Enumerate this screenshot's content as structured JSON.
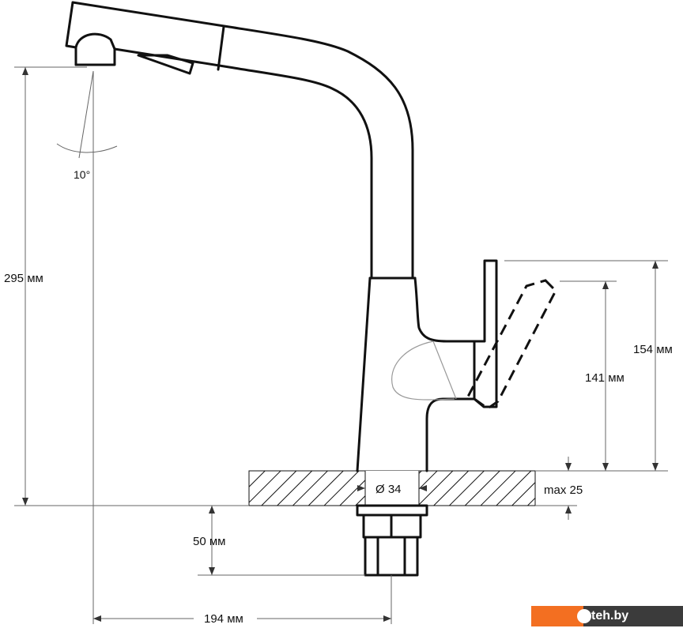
{
  "dimensions": {
    "angle": "10°",
    "height_total": "295 мм",
    "lever_height": "154 мм",
    "lever_height_alt": "141 мм",
    "hole_diameter": "Ø 34",
    "max_thickness": "max 25",
    "shank_length": "50 мм",
    "reach": "194 мм"
  },
  "watermark": "teh.by"
}
